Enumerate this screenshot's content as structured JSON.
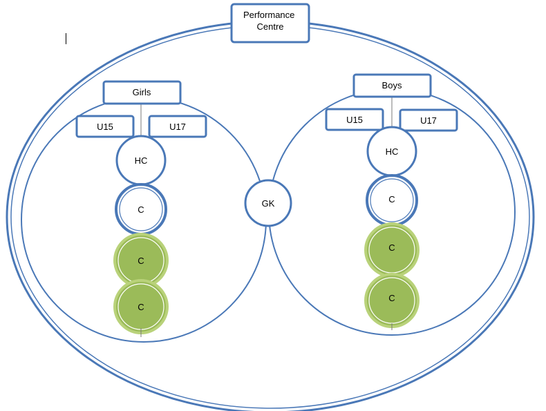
{
  "colors": {
    "stroke_blue": "#4a78b7",
    "green_fill": "#9bbb59",
    "green_ring": "#b9d27a",
    "background": "#ffffff"
  },
  "top": {
    "label": "Performance\nCentre"
  },
  "center": {
    "label": "GK"
  },
  "groups": {
    "girls": {
      "title": "Girls",
      "age_boxes": [
        "U15",
        "U17"
      ],
      "head_coach": "HC",
      "coach_outlined": "C",
      "coaches_green": [
        "C",
        "C"
      ]
    },
    "boys": {
      "title": "Boys",
      "age_boxes": [
        "U15",
        "U17"
      ],
      "head_coach": "HC",
      "coach_outlined": "C",
      "coaches_green": [
        "C",
        "C"
      ]
    }
  }
}
